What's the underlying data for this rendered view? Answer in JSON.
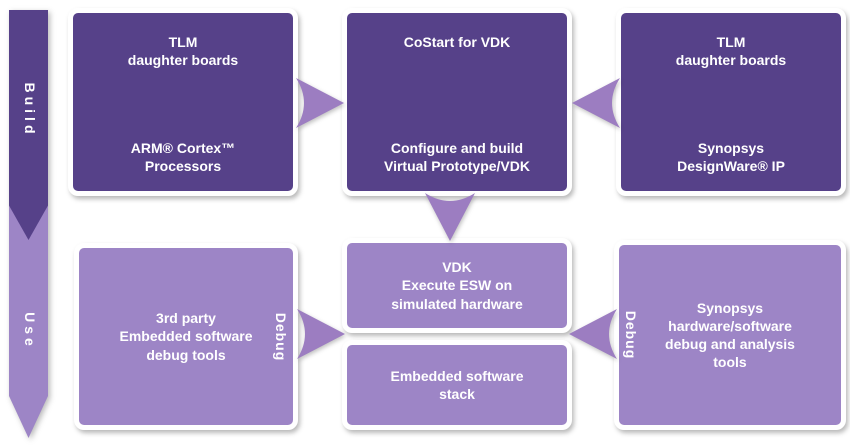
{
  "colors": {
    "dark_purple": "#564189",
    "light_purple": "#9d85c6",
    "arrow_purple": "#9c7dc1",
    "background": "#ffffff",
    "text": "#ffffff"
  },
  "ribbon": {
    "build_label": "Build",
    "use_label": "Use"
  },
  "boxes": {
    "top_left": {
      "top_text": "TLM\ndaughter boards",
      "bottom_text": "ARM® Cortex™\nProcessors"
    },
    "top_middle": {
      "top_text": "CoStart for VDK",
      "bottom_text": "Configure and build\nVirtual Prototype/VDK"
    },
    "top_right": {
      "top_text": "TLM\ndaughter boards",
      "bottom_text": "Synopsys\nDesignWare® IP"
    },
    "bottom_left": {
      "text": "3rd party\nEmbedded software\ndebug tools",
      "side_label": "Debug"
    },
    "vdk": {
      "text": "VDK\nExecute ESW on\nsimulated hardware"
    },
    "stack": {
      "text": "Embedded software\nstack"
    },
    "bottom_right": {
      "text": "Synopsys\nhardware/software\ndebug and analysis\ntools",
      "side_label": "Debug"
    }
  },
  "icons": {
    "build_left": "arrow-right",
    "build_right": "arrow-left",
    "center_down": "arrow-down",
    "use_left": "arrow-right",
    "use_right": "arrow-left"
  }
}
